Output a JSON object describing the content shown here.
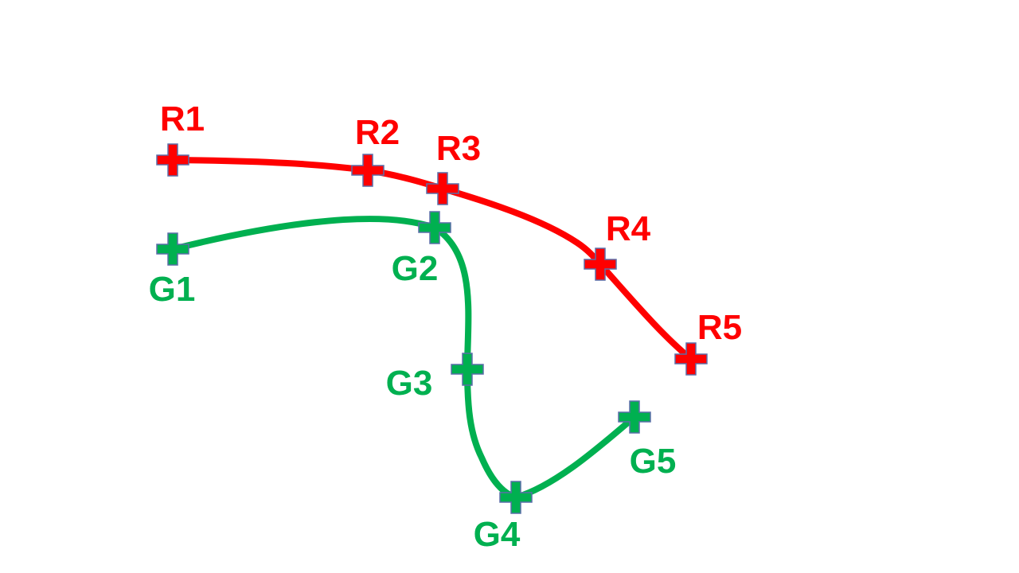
{
  "colors": {
    "red_path": "#ff0000",
    "green_path": "#00b050",
    "marker_outline": "#5b6ea8"
  },
  "paths": [
    {
      "id": "red",
      "color": "#ff0000",
      "nodes": [
        {
          "label": "R1"
        },
        {
          "label": "R2"
        },
        {
          "label": "R3"
        },
        {
          "label": "R4"
        },
        {
          "label": "R5"
        }
      ]
    },
    {
      "id": "green",
      "color": "#00b050",
      "nodes": [
        {
          "label": "G1"
        },
        {
          "label": "G2"
        },
        {
          "label": "G3"
        },
        {
          "label": "G4"
        },
        {
          "label": "G5"
        }
      ]
    }
  ]
}
